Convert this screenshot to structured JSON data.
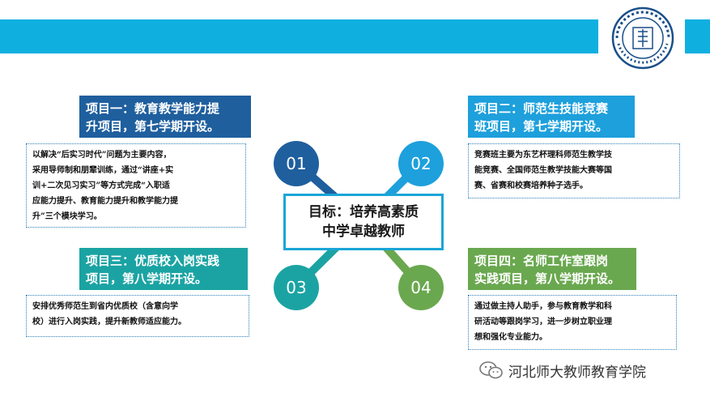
{
  "colors": {
    "banner": "#0fb0e0",
    "dark_blue": "#1f5f9e",
    "light_blue": "#1ea0dc",
    "teal": "#1ba3a3",
    "green": "#6aa84f"
  },
  "logo": {
    "icon": "university-seal-icon"
  },
  "circles": {
    "c1": "01",
    "c2": "02",
    "c3": "03",
    "c4": "04"
  },
  "goal": {
    "line1": "目标：培养高素质",
    "line2": "中学卓越教师"
  },
  "projects": {
    "p1": {
      "title_line1": "项目一：教育教学能力提",
      "title_line2": "升项目，第七学期开设。",
      "desc_lines": [
        "以解决“后实习时代”问题为主要内容，",
        "采用导师制和朋辈训练，通过“讲座+实",
        "训+二次见习实习”等方式完成“入职适",
        "应能力提升、教育能力提升和教学能力提",
        "升”三个模块学习。"
      ]
    },
    "p2": {
      "title_line1": "项目二：师范生技能竞赛",
      "title_line2": "班项目，第七学期开设。",
      "desc_lines": [
        "竞赛班主要为东艺杯理科师范生教学技",
        "能竞赛、全国师范生教学技能大赛等国",
        "赛、省赛和校赛培养种子选手。"
      ]
    },
    "p3": {
      "title_line1": "项目三：优质校入岗实践",
      "title_line2": "项目，第八学期开设。",
      "desc_lines": [
        "安排优秀师范生到省内优质校（含意向学",
        "校）进行入岗实践，提升新教师适应能力。"
      ]
    },
    "p4": {
      "title_line1": "项目四：名师工作室跟岗",
      "title_line2": "实践项目，第八学期开设。",
      "desc_lines": [
        "通过做主持人助手，参与教育教学和科",
        "研活动等跟岗学习，进一步树立职业理",
        "想和强化专业能力。"
      ]
    }
  },
  "footer": {
    "text": "河北师大教师教育学院",
    "icon": "wechat-icon"
  }
}
